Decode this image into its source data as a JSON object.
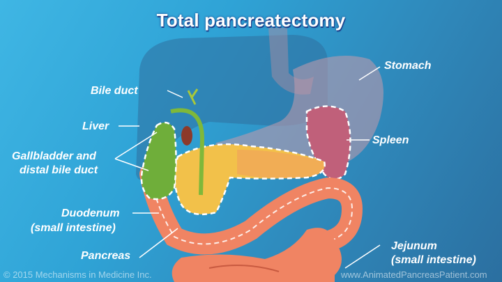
{
  "title": "Total pancreatectomy",
  "labels": {
    "bile_duct": "Bile duct",
    "liver": "Liver",
    "gallbladder_line1": "Gallbladder and",
    "gallbladder_line2": "distal bile duct",
    "duodenum_line1": "Duodenum",
    "duodenum_line2": "(small intestine)",
    "pancreas": "Pancreas",
    "stomach": "Stomach",
    "spleen": "Spleen",
    "jejunum_line1": "Jejunum",
    "jejunum_line2": "(small intestine)"
  },
  "footer": {
    "copyright": "© 2015 Mechanisms in Medicine Inc.",
    "website": "www.AnimatedPancreasPatient.com"
  },
  "colors": {
    "background_light": "#3fb6e4",
    "background_dark": "#2b6fa0",
    "liver": "#2f6f9e",
    "stomach": "#b98da0",
    "pancreas": "#f2c14a",
    "intestine": "#f08463",
    "gallbladder": "#6fae3a",
    "spleen": "#c0607a",
    "title_shadow": "#1b3f8a"
  }
}
